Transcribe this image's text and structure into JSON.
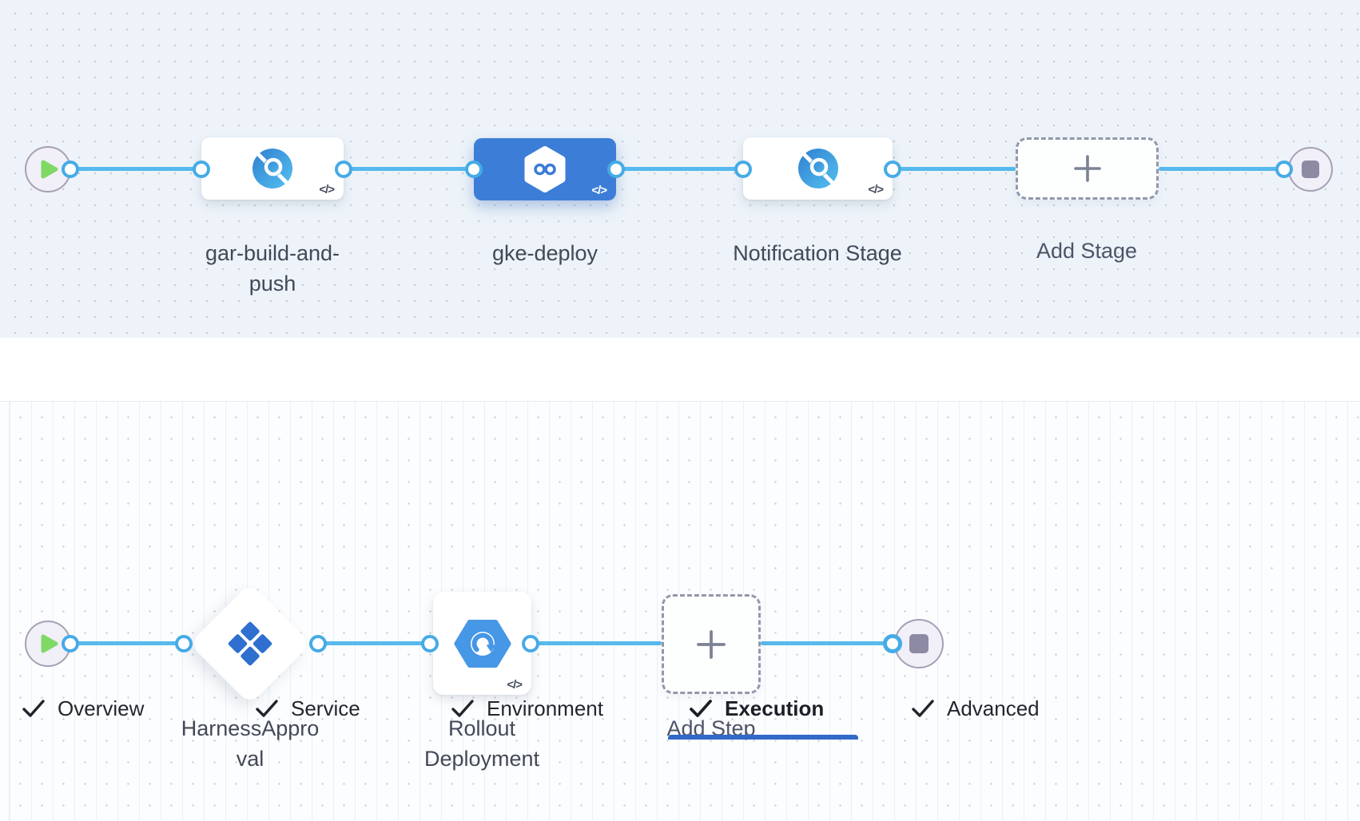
{
  "canvas": {
    "code_glyph": "</>",
    "plus_glyph": "+"
  },
  "stage_pipeline": {
    "stages": [
      {
        "label": "gar-build-and-push",
        "icon": "custom-stage",
        "selected": false
      },
      {
        "label": "gke-deploy",
        "icon": "deploy-stage",
        "selected": true
      },
      {
        "label": "Notification Stage",
        "icon": "custom-stage",
        "selected": false
      }
    ],
    "add_stage_label": "Add Stage"
  },
  "tabs": {
    "items": [
      {
        "label": "Overview",
        "checked": true,
        "active": false
      },
      {
        "label": "Service",
        "checked": true,
        "active": false
      },
      {
        "label": "Environment",
        "checked": true,
        "active": false
      },
      {
        "label": "Execution",
        "checked": true,
        "active": true
      },
      {
        "label": "Advanced",
        "checked": true,
        "active": false
      }
    ]
  },
  "execution_graph": {
    "steps": [
      {
        "label": "HarnessApproval",
        "icon": "approval"
      },
      {
        "label": "Rollout Deployment",
        "icon": "rollout-deployment"
      }
    ],
    "add_step_label": "Add Step"
  },
  "colors": {
    "selected_stage": "#3c7ed7",
    "connector": "#57b9ed",
    "port_ring": "#46abe5",
    "tab_underline": "#3169c8",
    "play_green": "#7fd965",
    "stop_gray": "#8d8ba3",
    "icon_blue": "#3b7cd6",
    "approval_blue": "#2e6fd0",
    "rollout_blue": "#4697e6",
    "canvas_top_bg": "#edf3f9",
    "canvas_bottom_bg": "#fcfdfe"
  }
}
